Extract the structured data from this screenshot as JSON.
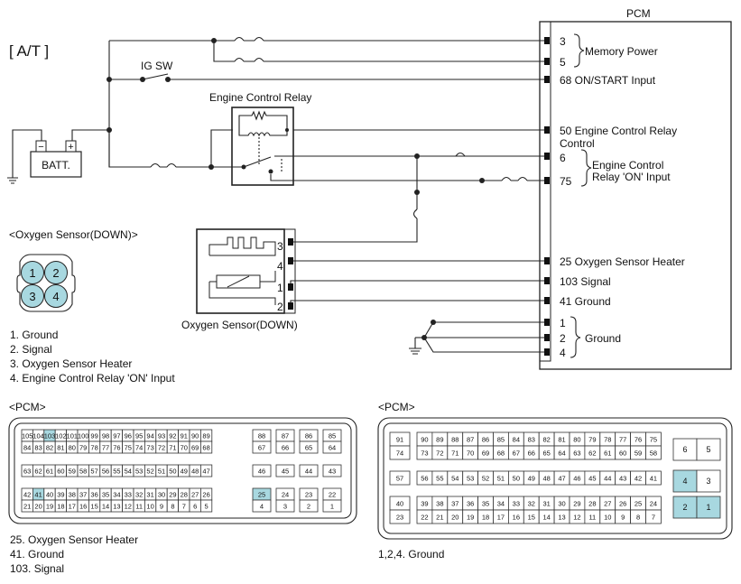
{
  "header": {
    "mode": "[ A/T ]",
    "pcm_title": "PCM"
  },
  "components": {
    "ig_sw": "IG SW",
    "engine_control_relay": "Engine Control Relay",
    "battery": "BATT.",
    "battery_minus": "−",
    "battery_plus": "+",
    "oxygen_sensor_label": "Oxygen Sensor(DOWN)"
  },
  "pcm_pins": {
    "p3": "3",
    "p5": "5",
    "memory_power": "Memory Power",
    "p68": "68 ON/START Input",
    "p50_line1": "50 Engine Control Relay",
    "p50_line2": "Control",
    "p6": "6",
    "p75": "75",
    "relay_on_line1": "Engine Control",
    "relay_on_line2": "Relay 'ON' Input",
    "p25": "25 Oxygen Sensor Heater",
    "p103": "103 Signal",
    "p41": "41 Ground",
    "g1": "1",
    "g2": "2",
    "g4": "4",
    "ground": "Ground"
  },
  "sensor_pins": {
    "s3": "3",
    "s4": "4",
    "s1": "1",
    "s2": "2"
  },
  "oxygen_connector": {
    "title": "<Oxygen Sensor(DOWN)>",
    "pins": [
      "1",
      "2",
      "3",
      "4"
    ],
    "legend": [
      "1. Ground",
      "2. Signal",
      "3. Oxygen Sensor Heater",
      "4. Engine Control Relay 'ON' Input"
    ],
    "highlight_color": "#a8d8e0"
  },
  "pcm_connector_left": {
    "title": "<PCM>",
    "row1": [
      "105",
      "104",
      "103",
      "102",
      "101",
      "100",
      "99",
      "98",
      "97",
      "96",
      "95",
      "94",
      "93",
      "92",
      "91",
      "90",
      "89"
    ],
    "row1_side": [
      "88",
      "87",
      "86",
      "85"
    ],
    "row2": [
      "84",
      "83",
      "82",
      "81",
      "80",
      "79",
      "78",
      "77",
      "76",
      "75",
      "74",
      "73",
      "72",
      "71",
      "70",
      "69",
      "68"
    ],
    "row2_side": [
      "67",
      "66",
      "65",
      "64"
    ],
    "row3": [
      "63",
      "62",
      "61",
      "60",
      "59",
      "58",
      "57",
      "56",
      "55",
      "54",
      "53",
      "52",
      "51",
      "50",
      "49",
      "48",
      "47"
    ],
    "row3_side": [
      "46",
      "45",
      "44",
      "43"
    ],
    "row4": [
      "42",
      "41",
      "40",
      "39",
      "38",
      "37",
      "36",
      "35",
      "34",
      "33",
      "32",
      "31",
      "30",
      "29",
      "28",
      "27",
      "26"
    ],
    "row4_side": [
      "25",
      "24",
      "23",
      "22"
    ],
    "row5": [
      "21",
      "20",
      "19",
      "18",
      "17",
      "16",
      "15",
      "14",
      "13",
      "12",
      "11",
      "10",
      "9",
      "8",
      "7",
      "6",
      "5"
    ],
    "row5_side": [
      "4",
      "3",
      "2",
      "1"
    ],
    "highlighted": [
      "103",
      "41",
      "25"
    ],
    "legend": [
      "25. Oxygen Sensor Heater",
      "41. Ground",
      "103. Signal"
    ]
  },
  "pcm_connector_right": {
    "title": "<PCM>",
    "row1_left": [
      "91"
    ],
    "row1": [
      "90",
      "89",
      "88",
      "87",
      "86",
      "85",
      "84",
      "83",
      "82",
      "81",
      "80",
      "79",
      "78",
      "77",
      "76",
      "75"
    ],
    "row2_left": [
      "74"
    ],
    "row2": [
      "73",
      "72",
      "71",
      "70",
      "69",
      "68",
      "67",
      "66",
      "65",
      "64",
      "63",
      "62",
      "61",
      "60",
      "59",
      "58"
    ],
    "row3_left": [
      "57"
    ],
    "row3": [
      "56",
      "55",
      "54",
      "53",
      "52",
      "51",
      "50",
      "49",
      "48",
      "47",
      "46",
      "45",
      "44",
      "43",
      "42",
      "41"
    ],
    "row4_left": [
      "40"
    ],
    "row4": [
      "39",
      "38",
      "37",
      "36",
      "35",
      "34",
      "33",
      "32",
      "31",
      "30",
      "29",
      "28",
      "27",
      "26",
      "25",
      "24"
    ],
    "row5_left": [
      "23"
    ],
    "row5": [
      "22",
      "21",
      "20",
      "19",
      "18",
      "17",
      "16",
      "15",
      "14",
      "13",
      "12",
      "11",
      "10",
      "9",
      "8",
      "7"
    ],
    "side": [
      [
        "6",
        "5"
      ],
      [
        "4",
        "3"
      ],
      [
        "2",
        "1"
      ]
    ],
    "highlighted": [
      "4",
      "2",
      "1"
    ],
    "legend": [
      "1,2,4. Ground"
    ]
  }
}
